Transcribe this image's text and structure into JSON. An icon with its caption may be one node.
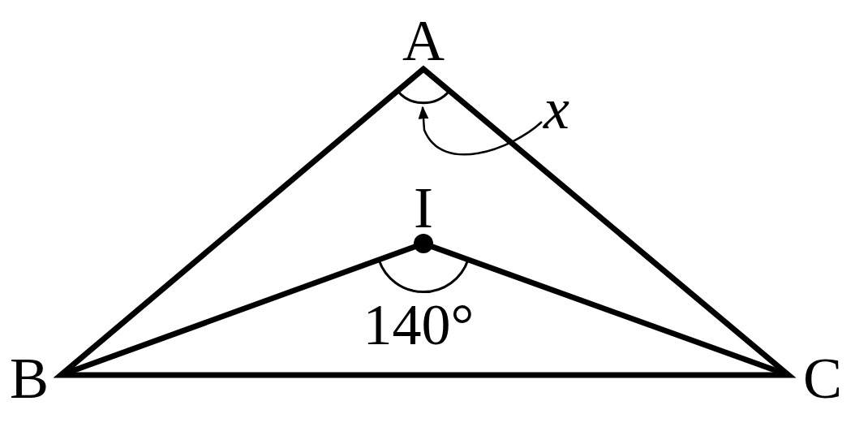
{
  "diagram": {
    "nodes": [
      {
        "text": [
          "x"
        ]
      },
      {
        "text": [],
        "shape": "arc"
      }
    ],
    "edges": [
      {
        "from": 0,
        "to": 1,
        "arrow": "to"
      }
    ],
    "labels": [
      "A",
      "B",
      "C",
      "I",
      "140°"
    ]
  }
}
